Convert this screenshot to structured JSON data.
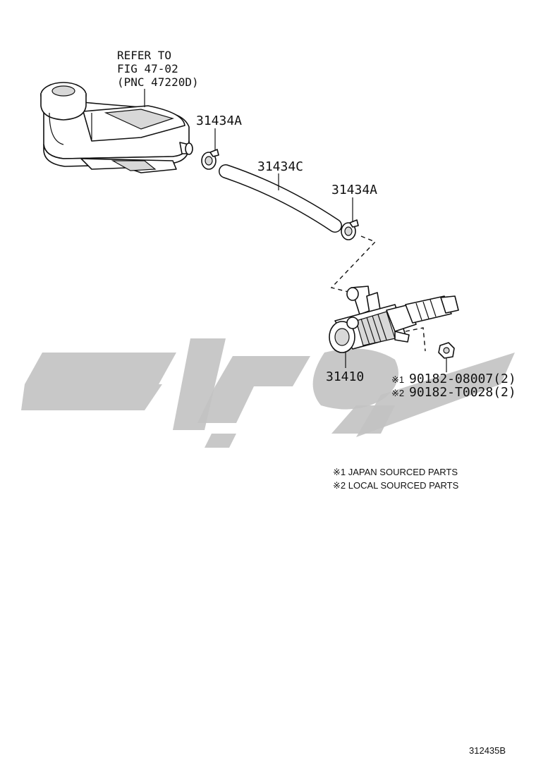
{
  "reference": {
    "line1": "REFER TO",
    "line2": "FIG 47-02",
    "line3": "(PNC 47220D)"
  },
  "callouts": {
    "clamp_upper": "31434A",
    "hose": "31434C",
    "clamp_lower": "31434A",
    "master_cylinder": "31410"
  },
  "fasteners": [
    {
      "mark": "※1",
      "code": "90182-08007(2)"
    },
    {
      "mark": "※2",
      "code": "90182-T0028(2)"
    }
  ],
  "notes": [
    "※1 JAPAN SOURCED PARTS",
    "※2 LOCAL SOURCED PARTS"
  ],
  "figure_code": "312435B"
}
